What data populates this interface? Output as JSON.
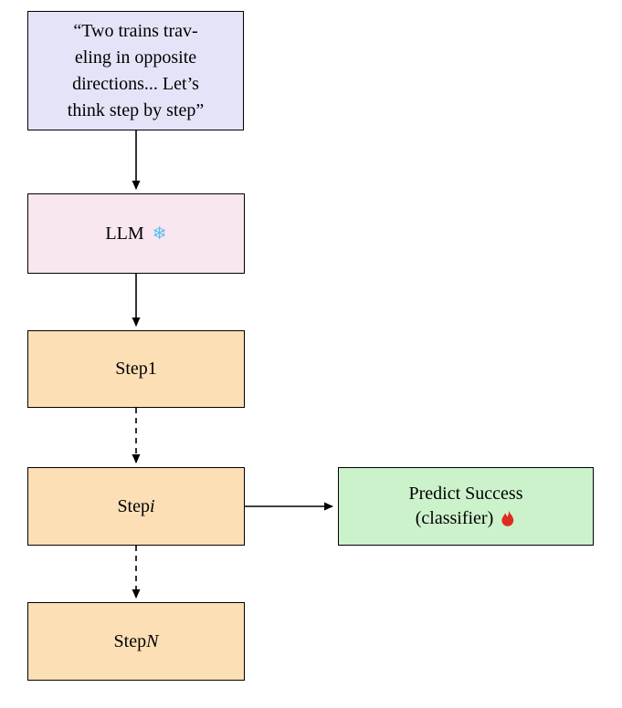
{
  "diagram": {
    "prompt_box": {
      "lines": [
        "“Two trains trav-",
        "eling in opposite",
        "directions...  Let’s",
        "think step by step”"
      ]
    },
    "llm_box": {
      "label": "LLM",
      "icon": "❄"
    },
    "steps": [
      {
        "prefix": "Step ",
        "var": "1"
      },
      {
        "prefix": "Step ",
        "var": "i"
      },
      {
        "prefix": "Step ",
        "var": "N"
      }
    ],
    "classifier_box": {
      "line1": "Predict Success",
      "line2": "(classifier)"
    }
  },
  "colors": {
    "prompt-bg": "#e4e4f8",
    "llm-bg": "#f8e6f0",
    "step-bg": "#fddfb6",
    "classifier-bg": "#ccf2cc",
    "border": "#000000",
    "snowflake": "#55c0ea",
    "flame": "#e02b20"
  }
}
